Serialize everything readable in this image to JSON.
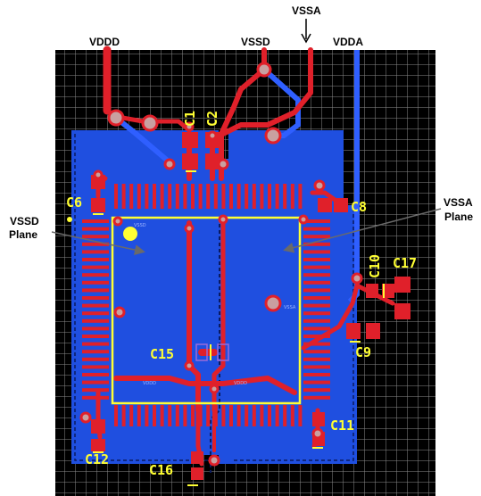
{
  "nets": {
    "vddd": "VDDD",
    "vssd": "VSSD",
    "vssa": "VSSA",
    "vdda": "VDDA"
  },
  "planes": {
    "vssd_line1": "VSSD",
    "vssd_line2": "Plane",
    "vssa_line1": "VSSA",
    "vssa_line2": "Plane"
  },
  "designators": {
    "c1": "C1",
    "c2": "C2",
    "c6": "C6",
    "c8": "C8",
    "c9": "C9",
    "c10": "C10",
    "c11": "C11",
    "c12": "C12",
    "c15": "C15",
    "c16": "C16",
    "c17": "C17"
  },
  "colors": {
    "board_background": "#000000",
    "grid": "#8a8a8a",
    "copper_plane": "#1f4fe0",
    "top_trace": "#e0202a",
    "bottom_trace": "#1f4fe0",
    "silkscreen": "#ffff33",
    "via": "#c9a0a0"
  }
}
